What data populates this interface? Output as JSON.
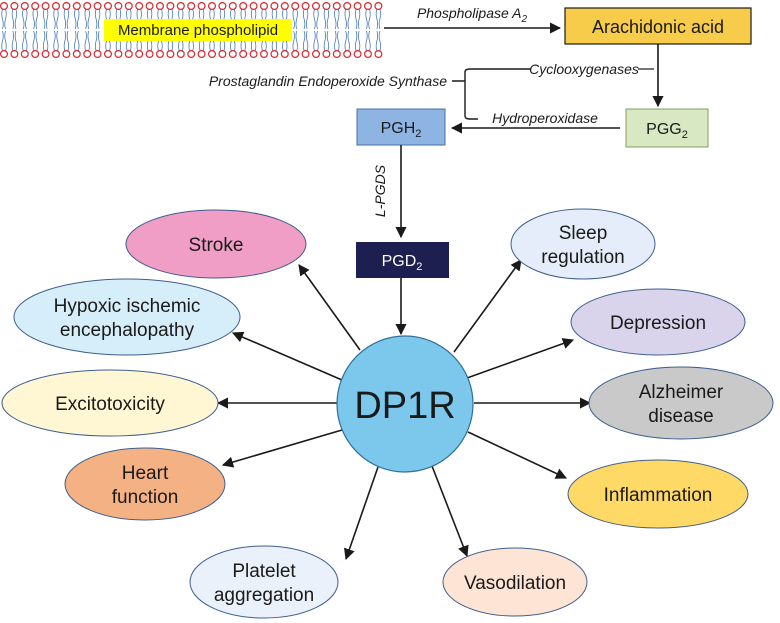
{
  "membrane": {
    "label": "Membrane phospholipid",
    "label_bg": "#ffff00",
    "head_color": "#d9262c"
  },
  "enzymes": {
    "phospholipase": {
      "text": "Phospholipase A",
      "sub": "2"
    },
    "pges": "Prostaglandin Endoperoxide Synthase",
    "cyclooxygenases": "Cyclooxygenases",
    "hydroperoxidase": "Hydroperoxidase",
    "lpgds": "L-PGDS"
  },
  "molecules": {
    "arachidonic": {
      "text": "Arachidonic acid",
      "color": "#f7cc4a"
    },
    "pgg2": {
      "text": "PGG",
      "sub": "2",
      "color": "#d7e8c3"
    },
    "pgh2": {
      "text": "PGH",
      "sub": "2",
      "color": "#8eb4e3"
    },
    "pgd2": {
      "text": "PGD",
      "sub": "2",
      "color": "#1c1f4f"
    }
  },
  "center": {
    "text": "DP1R",
    "color": "#7cc8ec"
  },
  "outcomes": [
    {
      "id": "stroke",
      "lines": [
        "Stroke"
      ],
      "color": "#f09ec5"
    },
    {
      "id": "hie",
      "lines": [
        "Hypoxic ischemic",
        "encephalopathy"
      ],
      "color": "#d6eefa"
    },
    {
      "id": "excitotoxicity",
      "lines": [
        "Excitotoxicity"
      ],
      "color": "#fff7d3"
    },
    {
      "id": "heart",
      "lines": [
        "Heart",
        "function"
      ],
      "color": "#f4b183"
    },
    {
      "id": "platelet",
      "lines": [
        "Platelet",
        "aggregation"
      ],
      "color": "#eaf1fb"
    },
    {
      "id": "vasodilation",
      "lines": [
        "Vasodilation"
      ],
      "color": "#fde4d4"
    },
    {
      "id": "inflammation",
      "lines": [
        "Inflammation"
      ],
      "color": "#ffd966"
    },
    {
      "id": "alzheimer",
      "lines": [
        "Alzheimer",
        "disease"
      ],
      "color": "#c9c9c9"
    },
    {
      "id": "depression",
      "lines": [
        "Depression"
      ],
      "color": "#d9d4ec"
    },
    {
      "id": "sleep",
      "lines": [
        "Sleep",
        "regulation"
      ],
      "color": "#e4edf9"
    }
  ]
}
